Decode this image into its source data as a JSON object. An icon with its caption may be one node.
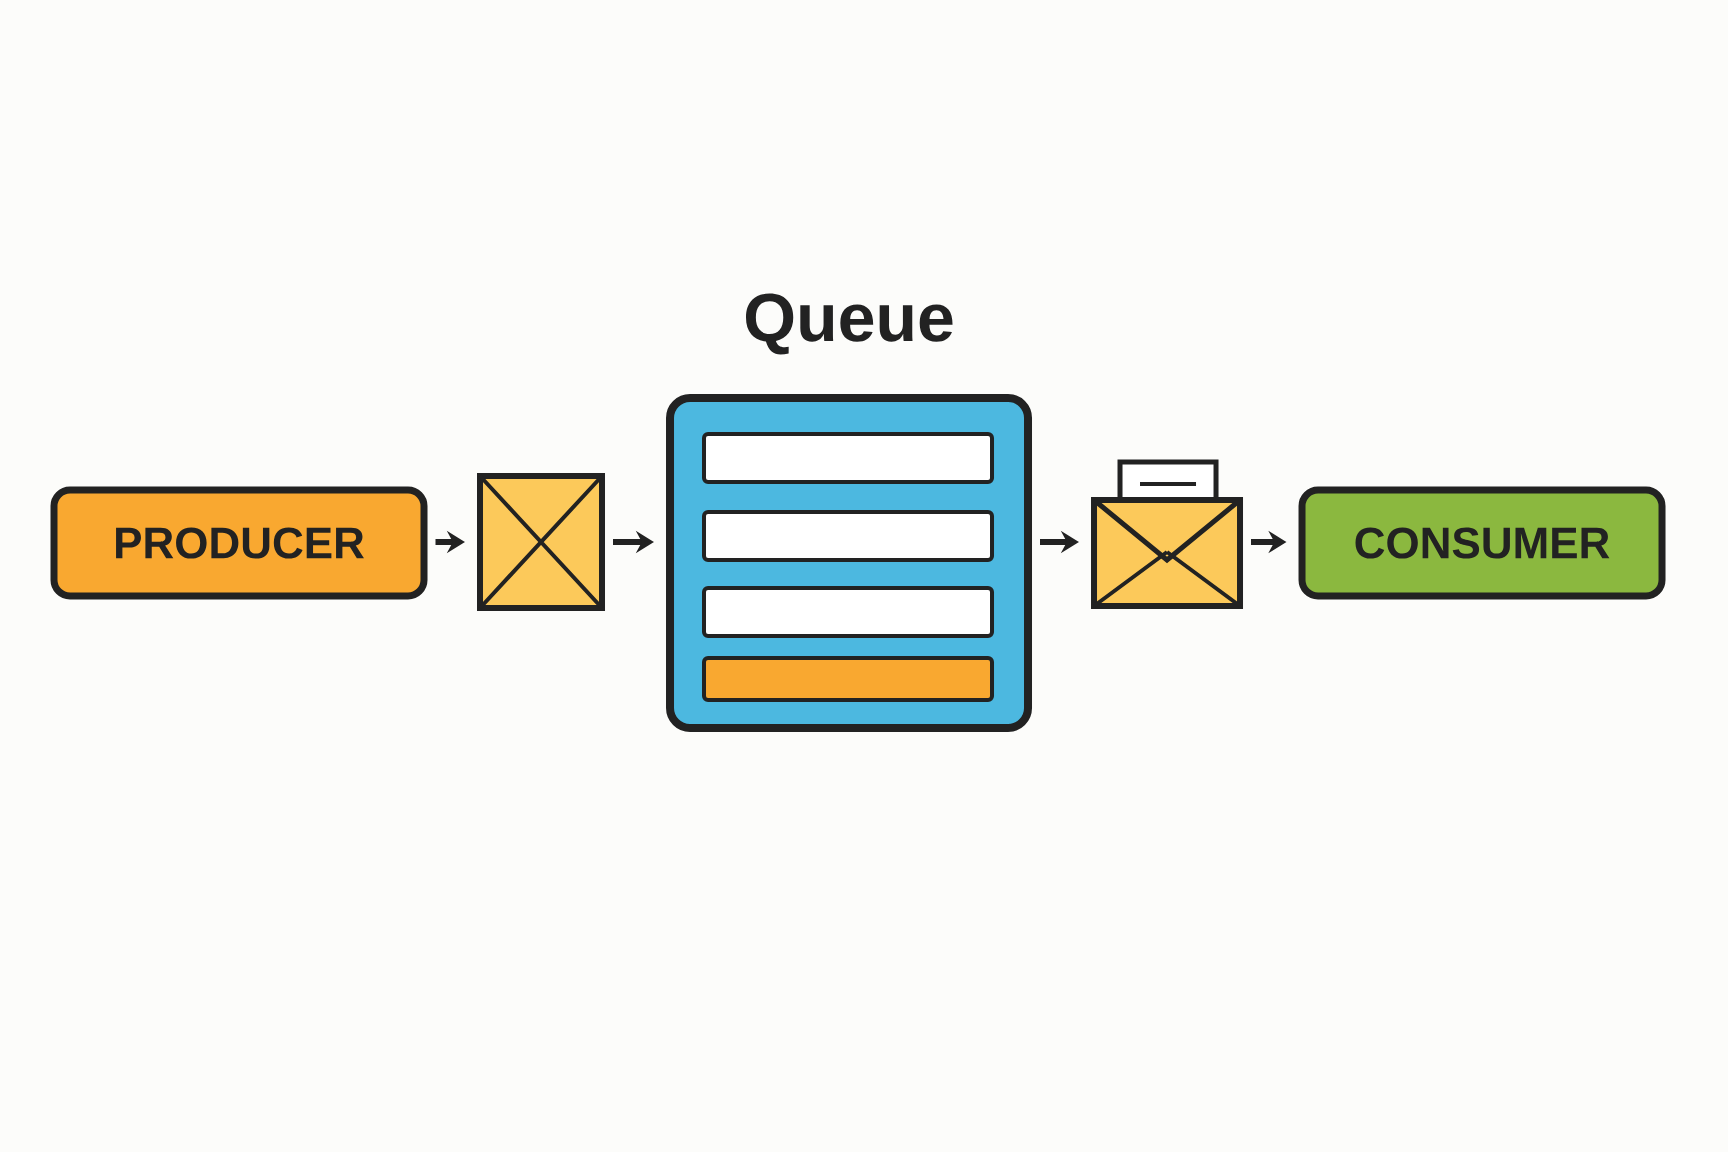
{
  "diagram": {
    "nodes": [
      {
        "text": [
          "PRODUCER"
        ]
      },
      {
        "text": [],
        "shape": "envelope"
      },
      {
        "text": [
          "Queue"
        ]
      },
      {
        "text": [],
        "shape": "envelope"
      },
      {
        "text": [
          "CONSUMER"
        ]
      }
    ],
    "edges": [
      {
        "from": 0,
        "to": 1,
        "arrow": "to"
      },
      {
        "from": 1,
        "to": 2,
        "arrow": "to"
      },
      {
        "from": 2,
        "to": 3,
        "arrow": "to"
      },
      {
        "from": 3,
        "to": 4,
        "arrow": "to"
      }
    ]
  }
}
